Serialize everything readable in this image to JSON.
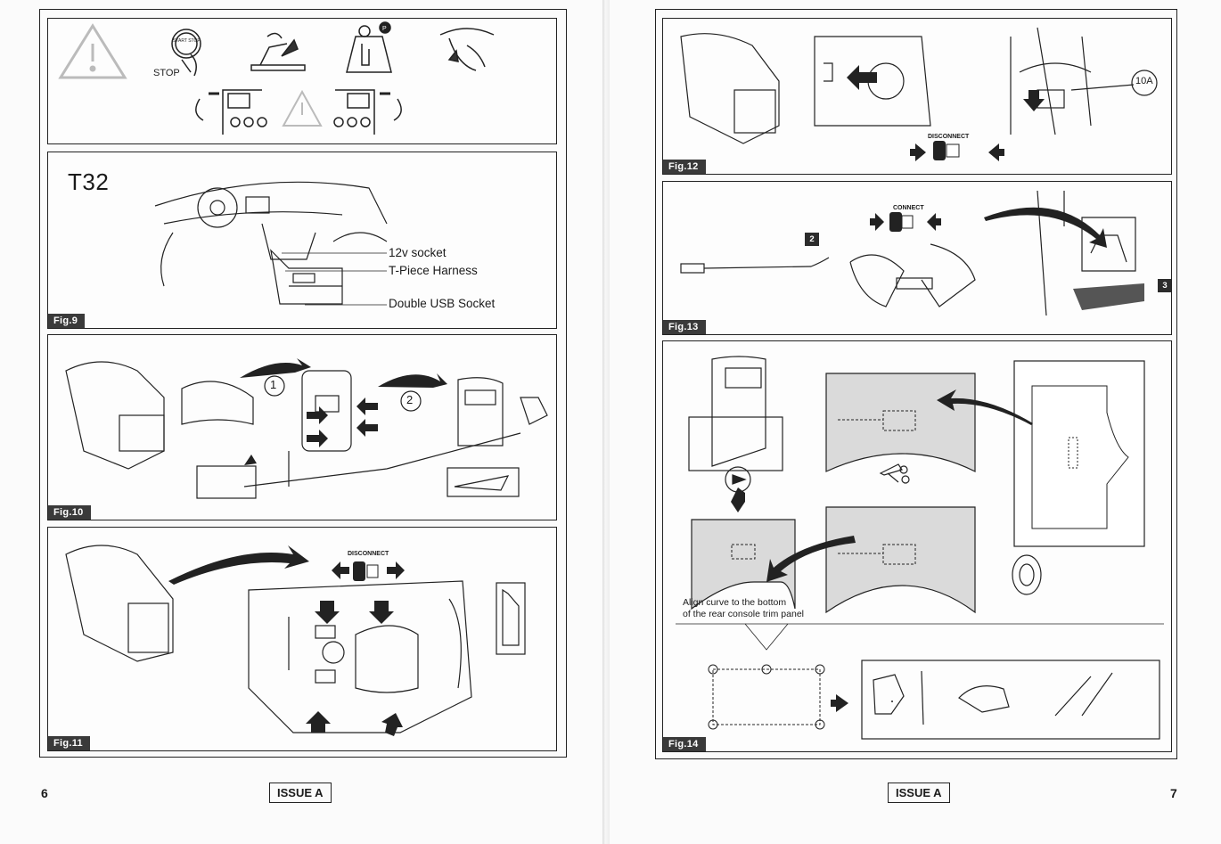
{
  "left_page": {
    "page_number": "6",
    "issue": "ISSUE A",
    "warning_panel": {
      "stop_label": "STOP",
      "button_text": "START STOP",
      "gear_text": "P"
    },
    "fig9": {
      "label": "Fig.9",
      "model": "T32",
      "callouts": [
        "12v socket",
        "T-Piece Harness",
        "Double USB Socket"
      ]
    },
    "fig10": {
      "label": "Fig.10",
      "step1": "1",
      "step2": "2"
    },
    "fig11": {
      "label": "Fig.11",
      "disconnect": "DISCONNECT"
    }
  },
  "right_page": {
    "page_number": "7",
    "issue": "ISSUE A",
    "fig12": {
      "label": "Fig.12",
      "disconnect": "DISCONNECT",
      "fuse": "10A"
    },
    "fig13": {
      "label": "Fig.13",
      "connect": "CONNECT",
      "part2": "2",
      "part3": "3"
    },
    "fig14": {
      "label": "Fig.14",
      "caption_line1": "Align curve to the bottom",
      "caption_line2": "of the rear console trim panel"
    }
  }
}
